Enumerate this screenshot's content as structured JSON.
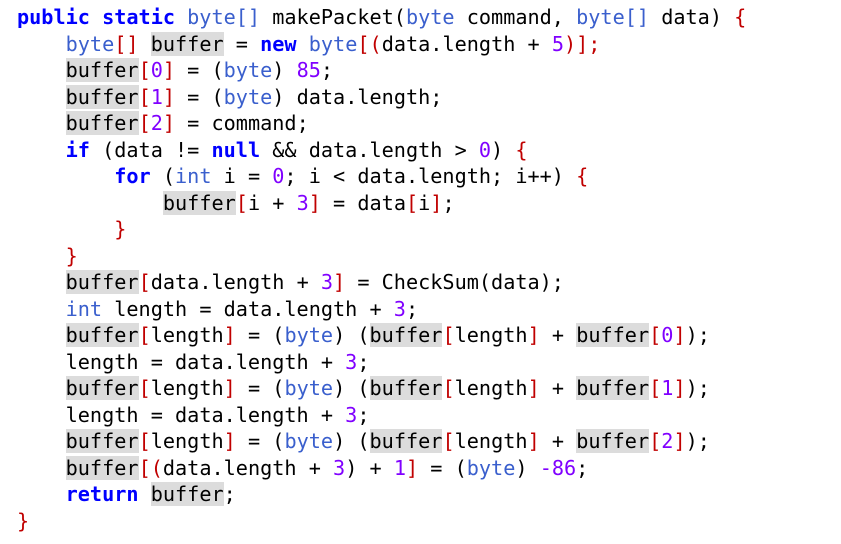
{
  "editor": {
    "lines": [
      [
        [
          "public static ",
          "kw"
        ],
        [
          "byte[]",
          "ty"
        ],
        [
          " makePacket(",
          ""
        ],
        [
          "byte",
          "ty"
        ],
        [
          " command, ",
          ""
        ],
        [
          "byte[]",
          "ty"
        ],
        [
          " data) ",
          ""
        ],
        [
          "{",
          "pun"
        ]
      ],
      [
        [
          "    ",
          ""
        ],
        [
          "byte",
          "ty"
        ],
        [
          "[] ",
          "pun"
        ],
        [
          "buffer",
          "hl"
        ],
        [
          " = ",
          ""
        ],
        [
          "new ",
          "kw"
        ],
        [
          "byte",
          "ty"
        ],
        [
          "[(",
          "pun"
        ],
        [
          "data.length + ",
          ""
        ],
        [
          "5",
          "num"
        ],
        [
          ")];",
          "pun"
        ]
      ],
      [
        [
          "    ",
          ""
        ],
        [
          "buffer",
          "hl"
        ],
        [
          "[",
          "pun"
        ],
        [
          "0",
          "num"
        ],
        [
          "]",
          "pun"
        ],
        [
          " = (",
          ""
        ],
        [
          "byte",
          "ty"
        ],
        [
          ") ",
          ""
        ],
        [
          "85",
          "num"
        ],
        [
          ";",
          ""
        ]
      ],
      [
        [
          "    ",
          ""
        ],
        [
          "buffer",
          "hl"
        ],
        [
          "[",
          "pun"
        ],
        [
          "1",
          "num"
        ],
        [
          "]",
          "pun"
        ],
        [
          " = (",
          ""
        ],
        [
          "byte",
          "ty"
        ],
        [
          ") data.length;",
          ""
        ]
      ],
      [
        [
          "    ",
          ""
        ],
        [
          "buffer",
          "hl"
        ],
        [
          "[",
          "pun"
        ],
        [
          "2",
          "num"
        ],
        [
          "]",
          "pun"
        ],
        [
          " = command;",
          ""
        ]
      ],
      [
        [
          "    ",
          ""
        ],
        [
          "if",
          "kw"
        ],
        [
          " (data != ",
          ""
        ],
        [
          "null",
          "kw"
        ],
        [
          " && data.length > ",
          ""
        ],
        [
          "0",
          "num"
        ],
        [
          ") ",
          ""
        ],
        [
          "{",
          "pun"
        ]
      ],
      [
        [
          "        ",
          ""
        ],
        [
          "for",
          "kw"
        ],
        [
          " (",
          ""
        ],
        [
          "int",
          "ty"
        ],
        [
          " i = ",
          ""
        ],
        [
          "0",
          "num"
        ],
        [
          "; i < data.length; i++) ",
          ""
        ],
        [
          "{",
          "pun"
        ]
      ],
      [
        [
          "            ",
          ""
        ],
        [
          "buffer",
          "hl"
        ],
        [
          "[",
          "pun"
        ],
        [
          "i + ",
          ""
        ],
        [
          "3",
          "num"
        ],
        [
          "]",
          "pun"
        ],
        [
          " = data",
          ""
        ],
        [
          "[",
          "pun"
        ],
        [
          "i",
          ""
        ],
        [
          "]",
          "pun"
        ],
        [
          ";",
          ""
        ]
      ],
      [
        [
          "        ",
          ""
        ],
        [
          "}",
          "pun"
        ]
      ],
      [
        [
          "    ",
          ""
        ],
        [
          "}",
          "pun"
        ]
      ],
      [
        [
          "    ",
          ""
        ],
        [
          "buffer",
          "hl"
        ],
        [
          "[",
          "pun"
        ],
        [
          "data.length + ",
          ""
        ],
        [
          "3",
          "num"
        ],
        [
          "]",
          "pun"
        ],
        [
          " = CheckSum(data);",
          ""
        ]
      ],
      [
        [
          "    ",
          ""
        ],
        [
          "int",
          "ty"
        ],
        [
          " length = data.length + ",
          ""
        ],
        [
          "3",
          "num"
        ],
        [
          ";",
          ""
        ]
      ],
      [
        [
          "    ",
          ""
        ],
        [
          "buffer",
          "hl"
        ],
        [
          "[",
          "pun"
        ],
        [
          "length",
          ""
        ],
        [
          "]",
          "pun"
        ],
        [
          " = (",
          ""
        ],
        [
          "byte",
          "ty"
        ],
        [
          ") (",
          ""
        ],
        [
          "buffer",
          "hl"
        ],
        [
          "[",
          "pun"
        ],
        [
          "length",
          ""
        ],
        [
          "]",
          "pun"
        ],
        [
          " + ",
          ""
        ],
        [
          "buffer",
          "hl"
        ],
        [
          "[",
          "pun"
        ],
        [
          "0",
          "num"
        ],
        [
          "]",
          "pun"
        ],
        [
          ");",
          ""
        ]
      ],
      [
        [
          "    ",
          ""
        ],
        [
          "length = data.length + ",
          ""
        ],
        [
          "3",
          "num"
        ],
        [
          ";",
          ""
        ]
      ],
      [
        [
          "    ",
          ""
        ],
        [
          "buffer",
          "hl"
        ],
        [
          "[",
          "pun"
        ],
        [
          "length",
          ""
        ],
        [
          "]",
          "pun"
        ],
        [
          " = (",
          ""
        ],
        [
          "byte",
          "ty"
        ],
        [
          ") (",
          ""
        ],
        [
          "buffer",
          "hl"
        ],
        [
          "[",
          "pun"
        ],
        [
          "length",
          ""
        ],
        [
          "]",
          "pun"
        ],
        [
          " + ",
          ""
        ],
        [
          "buffer",
          "hl"
        ],
        [
          "[",
          "pun"
        ],
        [
          "1",
          "num"
        ],
        [
          "]",
          "pun"
        ],
        [
          ");",
          ""
        ]
      ],
      [
        [
          "    ",
          ""
        ],
        [
          "length = data.length + ",
          ""
        ],
        [
          "3",
          "num"
        ],
        [
          ";",
          ""
        ]
      ],
      [
        [
          "    ",
          ""
        ],
        [
          "buffer",
          "hl"
        ],
        [
          "[",
          "pun"
        ],
        [
          "length",
          ""
        ],
        [
          "]",
          "pun"
        ],
        [
          " = (",
          ""
        ],
        [
          "byte",
          "ty"
        ],
        [
          ") (",
          ""
        ],
        [
          "buffer",
          "hl"
        ],
        [
          "[",
          "pun"
        ],
        [
          "length",
          ""
        ],
        [
          "]",
          "pun"
        ],
        [
          " + ",
          ""
        ],
        [
          "buffer",
          "hl"
        ],
        [
          "[",
          "pun"
        ],
        [
          "2",
          "num"
        ],
        [
          "]",
          "pun"
        ],
        [
          ");",
          ""
        ]
      ],
      [
        [
          "    ",
          ""
        ],
        [
          "buffer",
          "hl"
        ],
        [
          "[(",
          "pun"
        ],
        [
          "data.length + ",
          ""
        ],
        [
          "3",
          "num"
        ],
        [
          ") + ",
          ""
        ],
        [
          "1",
          "num"
        ],
        [
          "]",
          "pun"
        ],
        [
          " = (",
          ""
        ],
        [
          "byte",
          "ty"
        ],
        [
          ") ",
          ""
        ],
        [
          "-86",
          "num"
        ],
        [
          ";",
          ""
        ]
      ],
      [
        [
          "    ",
          ""
        ],
        [
          "return",
          "kw"
        ],
        [
          " ",
          ""
        ],
        [
          "buffer",
          "hl"
        ],
        [
          ";",
          ""
        ]
      ],
      [
        [
          "}",
          "pun"
        ]
      ]
    ]
  },
  "colors": {
    "background": "#ffffff",
    "keyword": "#0000ff",
    "type": "#3a5fcd",
    "number": "#8000ff",
    "bracket": "#c00000",
    "highlight": "#dcdcdc"
  }
}
